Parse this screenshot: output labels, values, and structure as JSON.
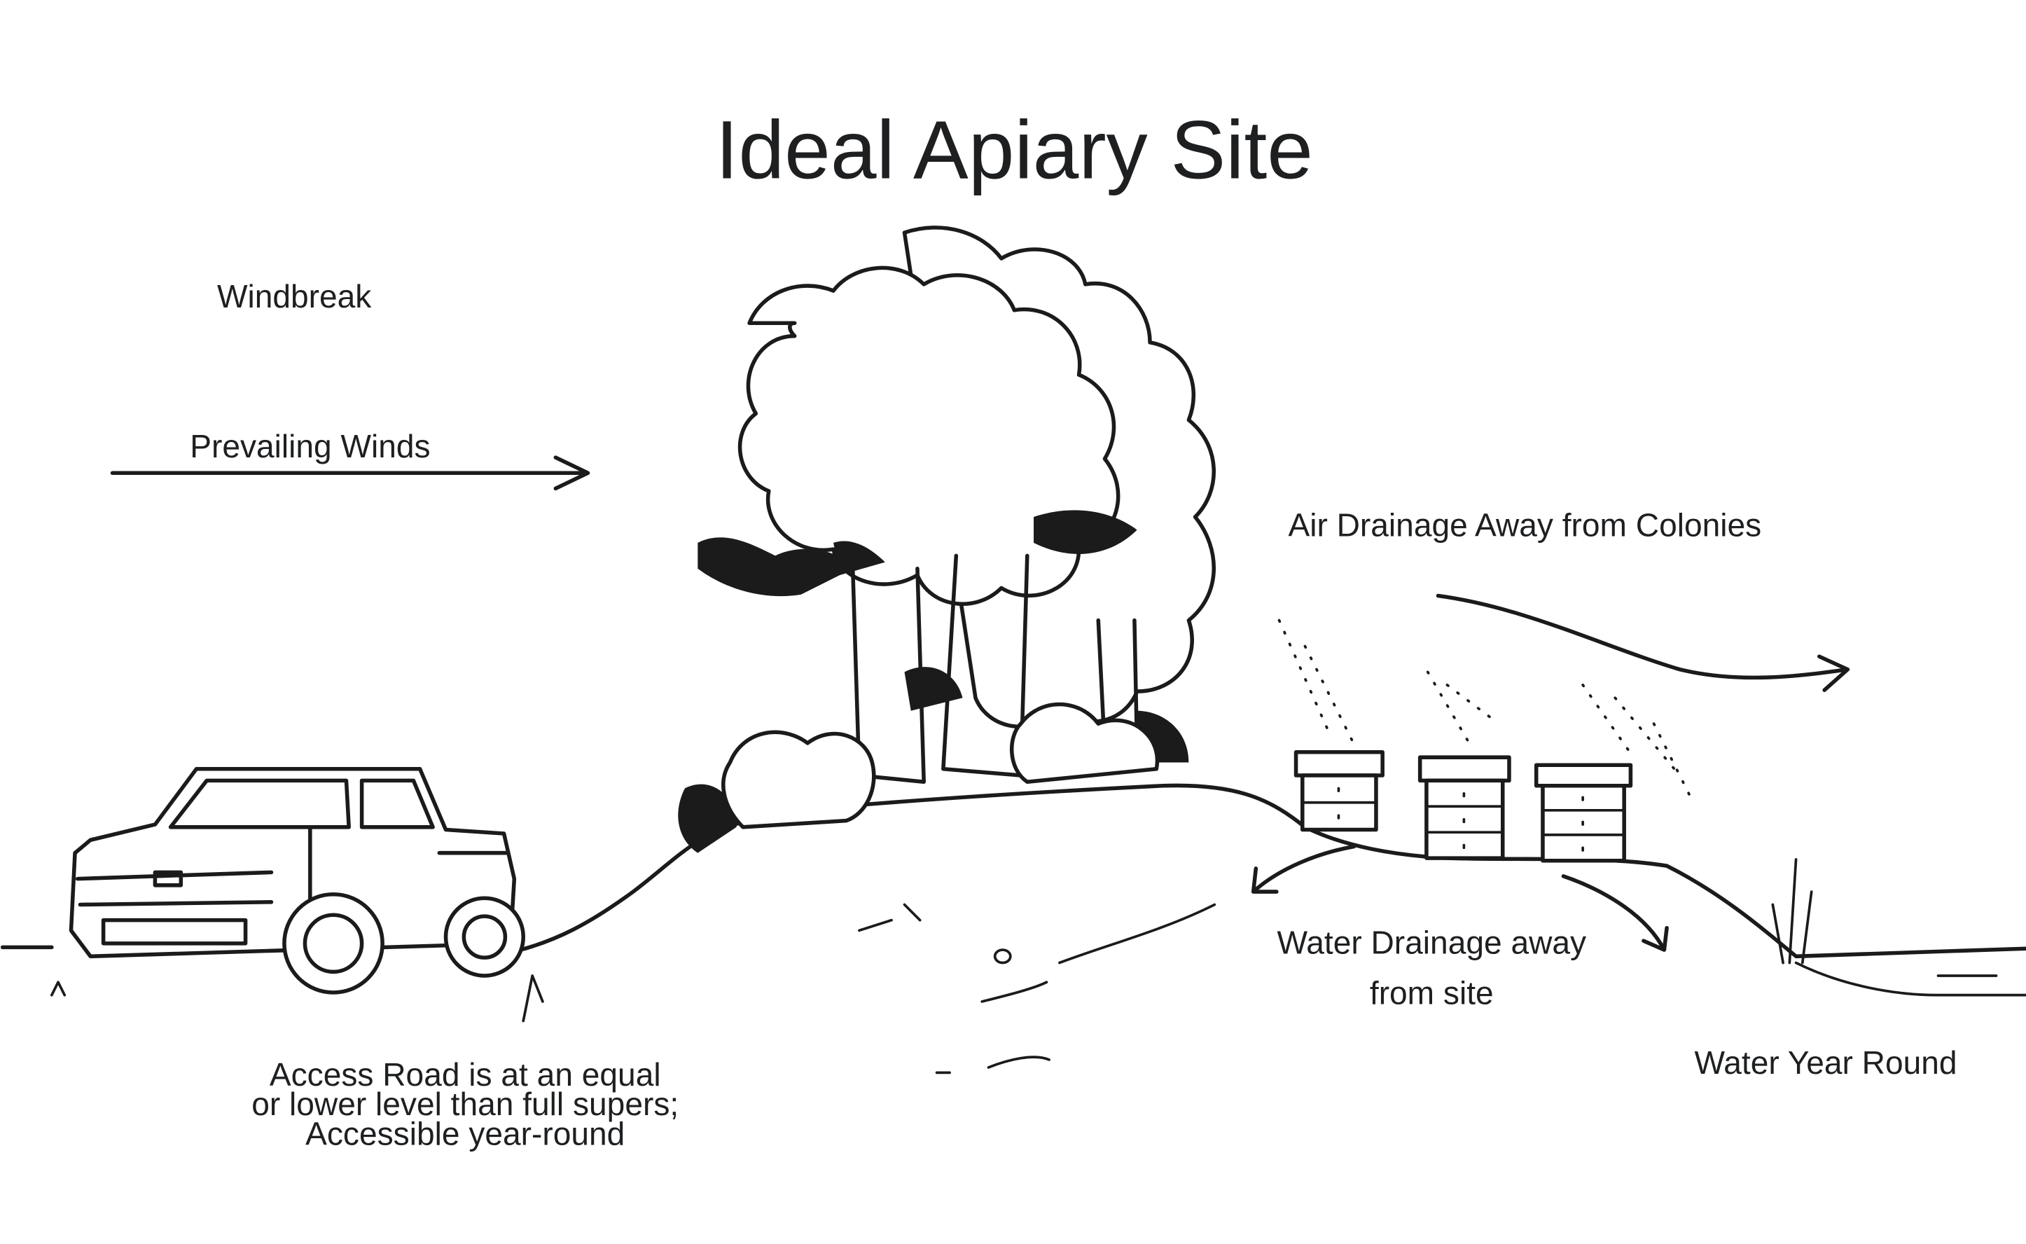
{
  "title": "Ideal Apiary Site",
  "labels": {
    "windbreak": "Windbreak",
    "prevailing_winds": "Prevailing Winds",
    "air_drainage": "Air Drainage Away from Colonies",
    "water_drainage_line1": "Water Drainage away",
    "water_drainage_line2": "from site",
    "water_year_round": "Water Year Round",
    "access_road_line1": "Access Road is at an equal",
    "access_road_line2": "or lower level than full supers;",
    "access_road_line3": "Accessible year-round"
  }
}
